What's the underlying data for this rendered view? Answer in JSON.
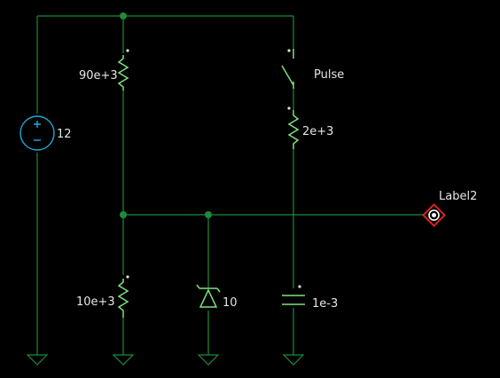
{
  "components": {
    "r1": {
      "value": "90e+3"
    },
    "switch": {
      "value": "Pulse"
    },
    "r2": {
      "value": "2e+3"
    },
    "source": {
      "value": "12"
    },
    "label": {
      "value": "Label2"
    },
    "r3": {
      "value": "10e+3"
    },
    "zener": {
      "value": "10"
    },
    "cap": {
      "value": "1e-3"
    }
  },
  "colors": {
    "background": "#000000",
    "wire": "#1e8a3c",
    "component": "#7fe07f",
    "source": "#22a8d8",
    "label_marker": "#e02020",
    "text": "#e6e6e6"
  }
}
